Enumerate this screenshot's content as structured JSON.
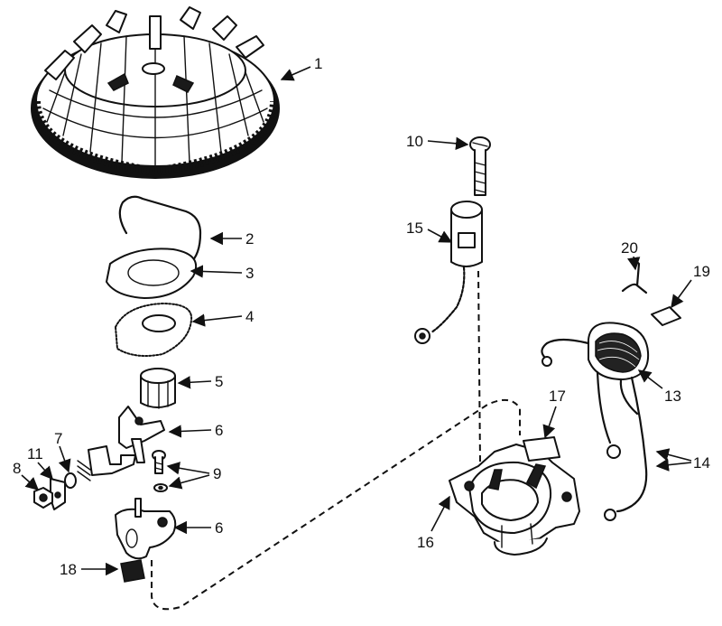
{
  "callouts": [
    {
      "id": "c1",
      "label": "1"
    },
    {
      "id": "c2",
      "label": "2"
    },
    {
      "id": "c3",
      "label": "3"
    },
    {
      "id": "c4",
      "label": "4"
    },
    {
      "id": "c5",
      "label": "5"
    },
    {
      "id": "c6a",
      "label": "6"
    },
    {
      "id": "c6b",
      "label": "6"
    },
    {
      "id": "c7",
      "label": "7"
    },
    {
      "id": "c8",
      "label": "8"
    },
    {
      "id": "c9",
      "label": "9"
    },
    {
      "id": "c10",
      "label": "10"
    },
    {
      "id": "c11",
      "label": "11"
    },
    {
      "id": "c13",
      "label": "13"
    },
    {
      "id": "c14",
      "label": "14"
    },
    {
      "id": "c15",
      "label": "15"
    },
    {
      "id": "c16",
      "label": "16"
    },
    {
      "id": "c17",
      "label": "17"
    },
    {
      "id": "c18",
      "label": "18"
    },
    {
      "id": "c19",
      "label": "19"
    },
    {
      "id": "c20",
      "label": "20"
    }
  ]
}
